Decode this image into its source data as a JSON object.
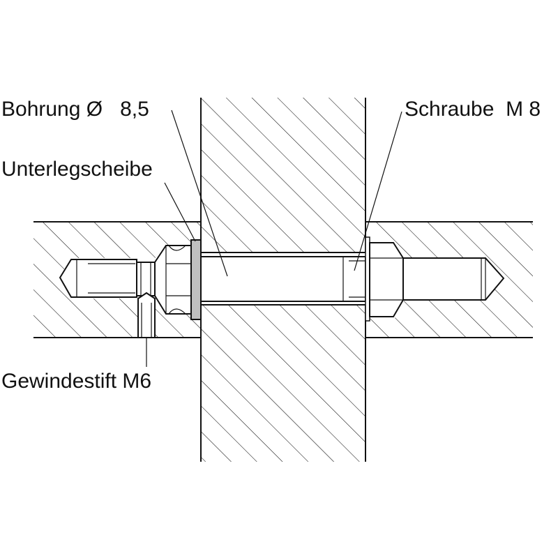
{
  "labels": {
    "bore": "Bohrung Ø   8,5",
    "washer": "Unterlegscheibe",
    "screw": "Schraube  M 8",
    "set_screw": "Gewindestift M6"
  },
  "colors": {
    "line": "#111111",
    "washer_fill": "#bfbfbf",
    "background": "#ffffff"
  }
}
